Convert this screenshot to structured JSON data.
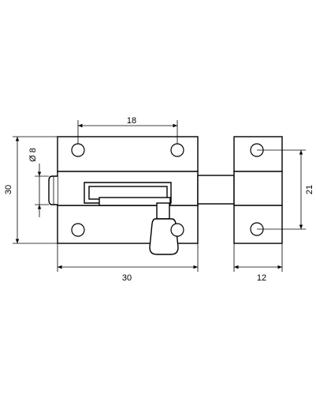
{
  "dimensions": {
    "hole_spacing": "18",
    "body_width": "30",
    "body_height": "30",
    "bolt_diameter": "Ø 8",
    "keeper_width": "12",
    "keeper_hole_spacing": "21"
  }
}
